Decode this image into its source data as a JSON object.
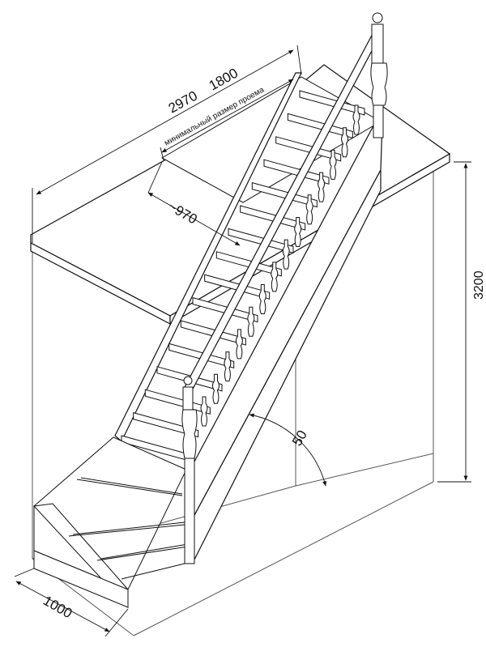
{
  "dimensions": {
    "total_length": "2970",
    "opening_length": "1800",
    "opening_note": "минимальный размер проема",
    "opening_width": "~970",
    "height": "3200",
    "angle": "50",
    "stair_width": "1000"
  },
  "colors": {
    "line": "#111111",
    "thin_line": "#555555",
    "fill": "#ffffff"
  }
}
